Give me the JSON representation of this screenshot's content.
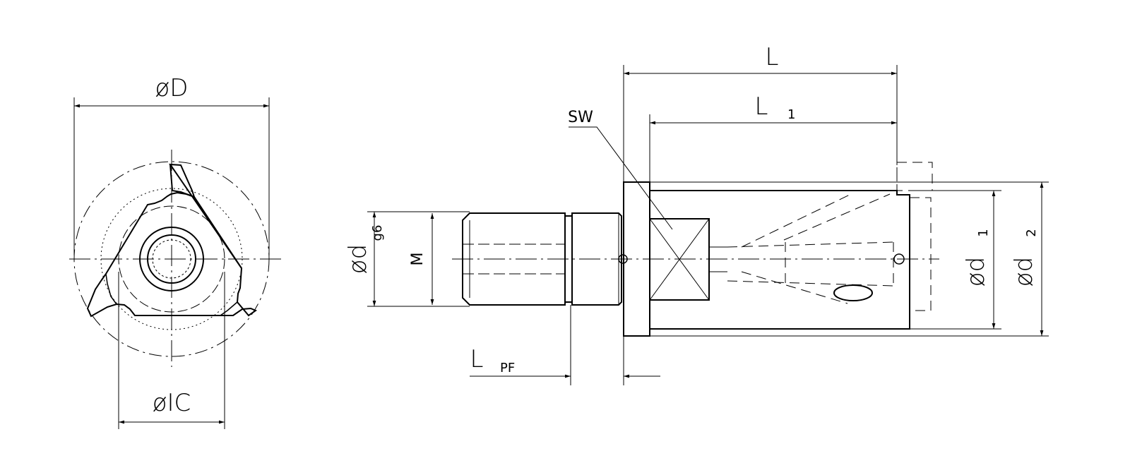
{
  "labels": {
    "insert_diameter": "øD",
    "inscribed_circle": "øIC",
    "total_length": "L",
    "length_1_main": "L",
    "length_1_sub": "1",
    "wrench_size": "SW",
    "shank_diameter_main": "ød",
    "shank_diameter_tol": "g6",
    "thread": "M",
    "length_pf_main": "L",
    "length_pf_sub": "PF",
    "d1_main": "ød",
    "d1_sub": "1",
    "d2_main": "ød",
    "d2_sub": "2"
  },
  "colors": {
    "line": "#000000",
    "background": "#ffffff"
  }
}
